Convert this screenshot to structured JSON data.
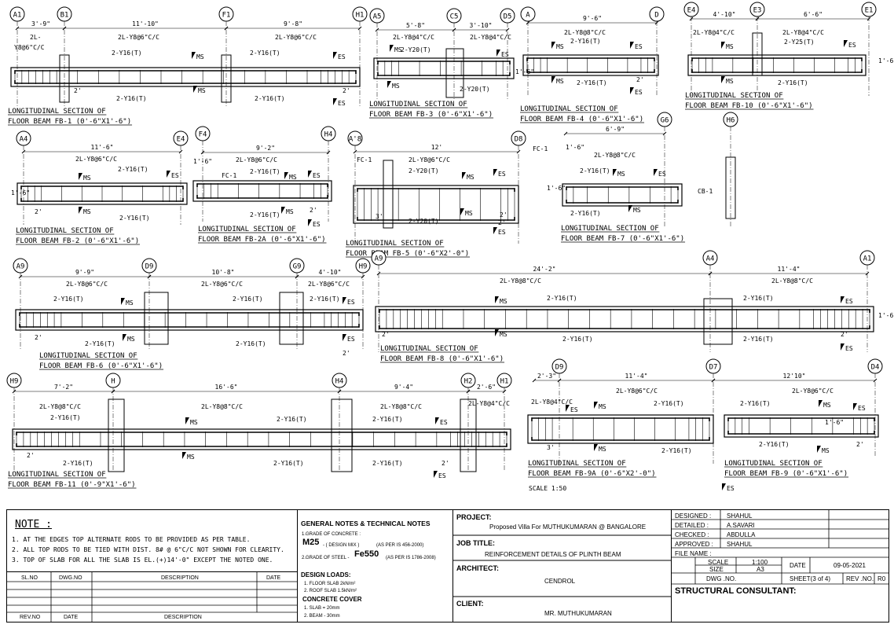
{
  "beams": [
    {
      "id": "fb1",
      "title": [
        "LONGITUDINAL SECTION OF",
        "FLOOR BEAM FB-1 (0'-6\"X1'-6\")"
      ],
      "grids": [
        "A1",
        "B1",
        "F1",
        "H1"
      ],
      "dims": [
        "3'-9\"",
        "11'-10\"",
        "9'-8\""
      ],
      "labels": [
        "2L-Y8@6\"C/C",
        "2L-Y8@6\"C/C",
        "2L-",
        "Y8@6\"C/C",
        "2-Y16(T)",
        "2-Y16(T)",
        "MS",
        "ES",
        "2'",
        "2-Y16(T)",
        "MS",
        "2-Y16(T)",
        "2'",
        "ES"
      ]
    },
    {
      "id": "fb3",
      "title": [
        "LONGITUDINAL SECTION OF",
        "FLOOR BEAM FB-3 (0'-6\"X1'-6\")"
      ],
      "grids": [
        "A5",
        "C5",
        "D5"
      ],
      "dims": [
        "5'-8\"",
        "3'-10\""
      ],
      "labels": [
        "2L-Y8@4\"C/C",
        "2L-Y8@4\"C/C",
        "MS",
        "2-Y20(T)",
        "ES",
        "MS",
        "2-Y20(T)",
        "1'-6\""
      ]
    },
    {
      "id": "fb4",
      "title": [
        "LONGITUDINAL SECTION OF",
        "FLOOR BEAM FB-4 (0'-6\"X1'-6\")"
      ],
      "grids": [
        "A",
        "D"
      ],
      "dims": [
        "9'-6\""
      ],
      "labels": [
        "2L-Y8@8\"C/C",
        "2-Y16(T)",
        "MS",
        "ES",
        "MS",
        "2-Y16(T)",
        "2'",
        "ES"
      ]
    },
    {
      "id": "fb10",
      "title": [
        "LONGITUDINAL SECTION OF",
        "FLOOR BEAM FB-10 (0'-6\"X1'-6\")"
      ],
      "grids": [
        "E4",
        "E3",
        "E1"
      ],
      "dims": [
        "4'-10\"",
        "6'-6\""
      ],
      "labels": [
        "2L-Y8@4\"C/C",
        "2L-Y8@4\"C/C",
        "2-Y25(T)",
        "MS",
        "ES",
        "MS",
        "2-Y16(T)",
        "1'-6\""
      ]
    },
    {
      "id": "fb2",
      "title": [
        "LONGITUDINAL SECTION OF",
        "FLOOR BEAM FB-2 (0'-6\"X1'-6\")"
      ],
      "grids": [
        "A4",
        "E4"
      ],
      "dims": [
        "11'-6\""
      ],
      "labels": [
        "2L-Y8@6\"C/C",
        "2-Y16(T)",
        "MS",
        "ES",
        "2'",
        "MS",
        "2-Y16(T)",
        "1'-6\""
      ]
    },
    {
      "id": "fb2a",
      "title": [
        "LONGITUDINAL SECTION OF",
        "FLOOR BEAM FB-2A (0'-6\"X1'-6\")"
      ],
      "grids": [
        "F4",
        "H4"
      ],
      "dims": [
        "9'-2\""
      ],
      "labels": [
        "2L-Y8@6\"C/C",
        "2-Y16(T)",
        "FC-1",
        "MS",
        "ES",
        "1'-6\"",
        "2-Y16(T)",
        "MS",
        "2'",
        "ES"
      ]
    },
    {
      "id": "fb5",
      "title": [
        "LONGITUDINAL SECTION OF",
        "FLOOR BEAM FB-5 (0'-6\"X2'-0\")"
      ],
      "grids": [
        "A'8",
        "D8"
      ],
      "dims": [
        "12'"
      ],
      "labels": [
        "FC-1",
        "2L-Y8@6\"C/C",
        "2-Y20(T)",
        "MS",
        "ES",
        "2'",
        "3'",
        "2-Y20(T)",
        "MS",
        "2'",
        "ES"
      ]
    },
    {
      "id": "fb7",
      "title": [
        "LONGITUDINAL SECTION OF",
        "FLOOR BEAM FB-7 (0'-6\"X1'-6\")"
      ],
      "grids": [
        "G6",
        "H6"
      ],
      "dims": [
        "6'-9\""
      ],
      "labels": [
        "FC-1",
        "1'-6\"",
        "2L-Y8@8\"C/C",
        "2-Y16(T)",
        "MS",
        "ES",
        "1'-6\"",
        "2-Y16(T)",
        "MS",
        "CB-1"
      ]
    },
    {
      "id": "fb6",
      "title": [
        "LONGITUDINAL SECTION OF",
        "FLOOR BEAM FB-6 (0'-6\"X1'-6\")"
      ],
      "grids": [
        "A9",
        "D9",
        "G9",
        "H9"
      ],
      "dims": [
        "9'-9\"",
        "10'-8\"",
        "4'-10\""
      ],
      "labels": [
        "2L-Y8@6\"C/C",
        "2L-Y8@6\"C/C",
        "2L-Y8@6\"C/C",
        "2-Y16(T)",
        "MS",
        "2-Y16(T)",
        "2-Y16(T)",
        "ES",
        "2'",
        "2-Y16(T)",
        "MS",
        "2-Y16(T)",
        "ES",
        "2'"
      ]
    },
    {
      "id": "fb8",
      "title": [
        "LONGITUDINAL SECTION OF",
        "FLOOR BEAM FB-8 (0'-6\"X1'-6\")"
      ],
      "grids": [
        "A9",
        "A4",
        "A1"
      ],
      "dims": [
        "24'-2\"",
        "11'-4\""
      ],
      "labels": [
        "2L-Y8@8\"C/C",
        "2L-Y8@8\"C/C",
        "2-Y16(T)",
        "MS",
        "2-Y16(T)",
        "ES",
        "2'",
        "MS",
        "2-Y16(T)",
        "2-Y16(T)",
        "2'",
        "ES",
        "1'-6\""
      ]
    },
    {
      "id": "fb11",
      "title": [
        "LONGITUDINAL SECTION OF",
        "FLOOR BEAM FB-11 (0'-9\"X1'-6\")"
      ],
      "grids": [
        "H9",
        "H",
        "H4",
        "H2",
        "H1"
      ],
      "dims": [
        "7'-2\"",
        "16'-6\"",
        "9'-4\"",
        "2'-6\""
      ],
      "labels": [
        "2L-Y8@8\"C/C",
        "2L-Y8@8\"C/C",
        "2L-Y8@8\"C/C",
        "2L-Y8@4\"C/C",
        "2-Y16(T)",
        "MS",
        "2-Y16(T)",
        "2-Y16(T)",
        "ES",
        "2'",
        "2-Y16(T)",
        "MS",
        "2-Y16(T)",
        "2-Y16(T)",
        "2'",
        "ES"
      ]
    },
    {
      "id": "fb9a",
      "title": [
        "LONGITUDINAL SECTION OF",
        "FLOOR BEAM FB-9A (0'-6\"X2'-0\")"
      ],
      "grids": [
        "D9",
        "D7"
      ],
      "dims": [
        "2'-3\"",
        "11'-4\""
      ],
      "labels": [
        "2L-Y8@4\"C/C",
        "2L-Y8@6\"C/C",
        "ES",
        "MS",
        "2-Y16(T)",
        "3'",
        "MS",
        "2-Y16(T)",
        "SCALE 1:50"
      ]
    },
    {
      "id": "fb9",
      "title": [
        "LONGITUDINAL SECTION OF",
        "FLOOR BEAM FB-9 (0'-6\"X1'-6\")"
      ],
      "grids": [
        "D4"
      ],
      "dims": [
        "12'10\""
      ],
      "labels": [
        "2L-Y8@6\"C/C",
        "2-Y16(T)",
        "MS",
        "ES",
        "1'-6\"",
        "2-Y16(T)",
        "MS",
        "2'",
        "ES",
        "SCALE 1:50"
      ]
    }
  ],
  "notes": {
    "title": "NOTE :",
    "items": [
      "1.  AT THE EDGES TOP ALTERNATE RODS TO BE PROVIDED AS PER TABLE.",
      "2.  ALL TOP RODS TO BE TIED WITH DIST. 8# @ 6\"C/C NOT SHOWN FOR CLEARITY.",
      "3.  TOP OF SLAB FOR ALL THE SLAB IS EL.(+)14'-0\" EXCEPT THE NOTED ONE."
    ],
    "dwg_table_headers": [
      "SL.NO",
      "DWG.NO",
      "DESCRIPTION",
      "DATE"
    ],
    "rev_table_headers": [
      "REV.NO",
      "DATE",
      "DESCRIPTION"
    ]
  },
  "general": {
    "title": "GENERAL NOTES & TECHNICAL NOTES",
    "concrete_label": "1.GRADE OF CONCRETE :",
    "concrete_grade": "M25",
    "concrete_mix": "- ( DESIGN MIX )",
    "concrete_ref": "(AS PER IS 456-2000)",
    "steel_label": "2.GRADE OF STEEL -",
    "steel_grade": "Fe550",
    "steel_ref": "(AS PER  IS 1786-2008)",
    "loads_title": "DESIGN LOADS:",
    "loads": [
      "1. FLOOR SLAB  2kN/m²",
      "2. ROOF SLAB  1.5kN/m²"
    ],
    "cover_title": "CONCRETE COVER",
    "cover": [
      "1. SLAB  = 20mm",
      "2. BEAM - 30mm"
    ]
  },
  "project": {
    "project_label": "PROJECT:",
    "project_value": "Proposed Villa For MUTHUKUMARAN @ BANGALORE",
    "job_label": "JOB TITLE:",
    "job_value": "REINFORCEMENT DETAILS OF PLINTH BEAM",
    "architect_label": "ARCHITECT:",
    "architect_value": "CENDROL",
    "client_label": "CLIENT:",
    "client_value": "MR. MUTHUKUMARAN"
  },
  "signoff": {
    "designed_label": "DESIGNED :",
    "designed": "SHAHUL",
    "detailed_label": "DETAILED :",
    "detailed": "A.SAVARI",
    "checked_label": "CHECKED :",
    "checked": "ABDULLA",
    "approved_label": "APPROVED :",
    "approved": "SHAHUL",
    "file_label": "FILE NAME :",
    "scale_label": "SCALE",
    "scale": "1:100",
    "size_label": "SIZE",
    "size": "A3",
    "date_label": "DATE",
    "date": "09-05-2021",
    "dwg_label": "DWG .NO.",
    "sheet": "SHEET(3 of 4)",
    "rev_label": "REV .NO.",
    "rev": "R0",
    "consultant": "STRUCTURAL CONSULTANT:"
  }
}
